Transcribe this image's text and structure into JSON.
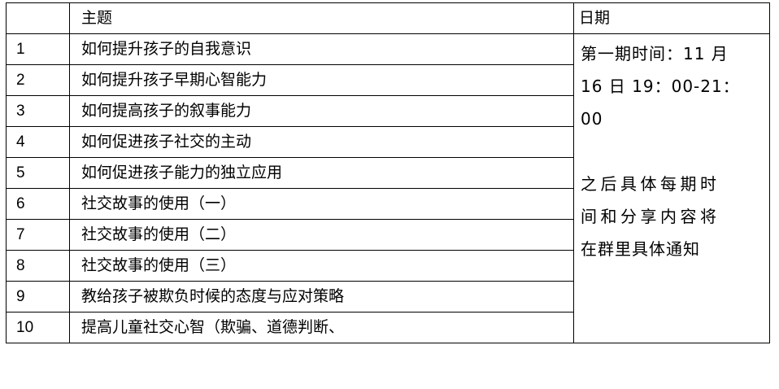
{
  "table": {
    "headers": {
      "num": "",
      "topic": "主题",
      "date": "日期"
    },
    "rows": [
      {
        "num": "1",
        "topic": "如何提升孩子的自我意识"
      },
      {
        "num": "2",
        "topic": "如何提升孩子早期心智能力"
      },
      {
        "num": "3",
        "topic": "如何提高孩子的叙事能力"
      },
      {
        "num": "4",
        "topic": "如何促进孩子社交的主动"
      },
      {
        "num": "5",
        "topic": "如何促进孩子能力的独立应用"
      },
      {
        "num": "6",
        "topic": "社交故事的使用（一）"
      },
      {
        "num": "7",
        "topic": "社交故事的使用（二）"
      },
      {
        "num": "8",
        "topic": "社交故事的使用（三）"
      },
      {
        "num": "9",
        "topic": "教给孩子被欺负时候的态度与应对策略"
      },
      {
        "num": "10",
        "topic": "提高儿童社交心智（欺骗、道德判断、"
      }
    ],
    "date_cell": {
      "lines": [
        "第一期时间：11 月",
        "16 日  19：00-21：",
        "00"
      ],
      "note_lines": [
        "之后具体每期时",
        "间和分享内容将",
        "在群里具体通知"
      ]
    }
  }
}
